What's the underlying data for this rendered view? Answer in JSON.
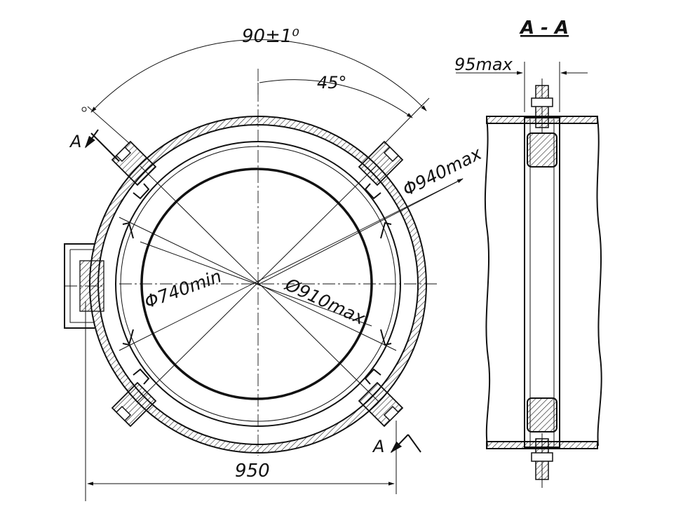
{
  "labels": {
    "angle_total": "90±1⁰",
    "angle_half": "45°",
    "section_title": "A - A",
    "width_max": "95max",
    "dia_outer": "Φ940max",
    "dia_mid": "Ø910max",
    "dia_inner": "Φ740min",
    "overall_width": "950",
    "section_mark_top": "A",
    "section_mark_bottom": "A"
  },
  "colors": {
    "line": "#111111",
    "background": "#ffffff"
  }
}
